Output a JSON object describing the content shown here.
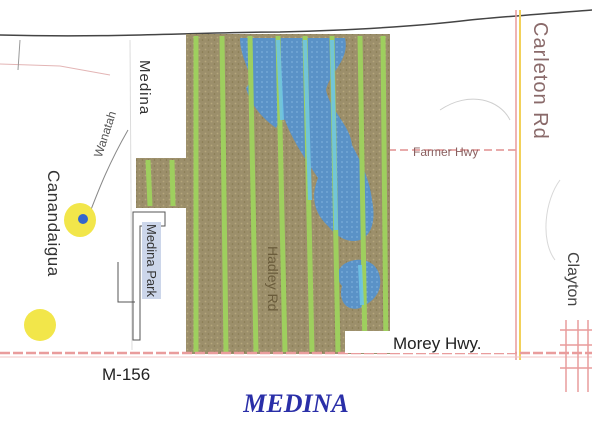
{
  "map": {
    "caption": "MEDINA",
    "colors": {
      "farmland": "#9c8f6b",
      "stripe": "#9ecf5e",
      "water": "#5a92c7",
      "road_red": "#e99c9c",
      "road_yellow": "#f2d15a",
      "park_highlight": "#f2e64a",
      "caption": "#2a2fa8"
    },
    "labels": {
      "medina_road": "Medina",
      "carleton_rd": "Carleton Rd",
      "canandaigua": "Canandaigua",
      "medina_park": "Medina Park",
      "hadley_rd": "Hadley Rd",
      "clayton": "Clayton",
      "wanatah": "Wanatah",
      "farmer_hwy": "Farmer Hwy",
      "morey_hwy": "Morey Hwy.",
      "m156": "M-156"
    }
  }
}
